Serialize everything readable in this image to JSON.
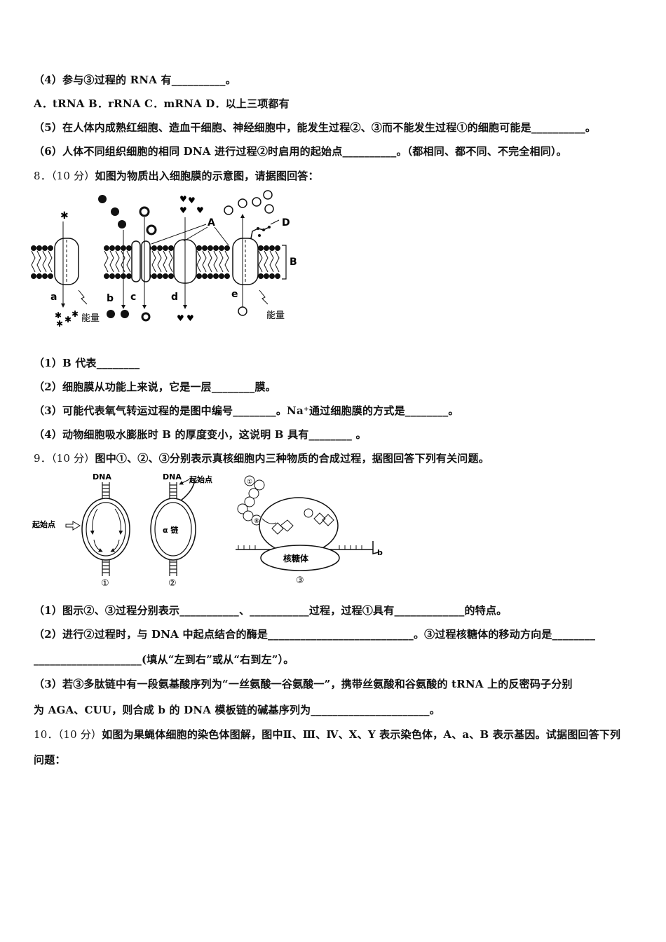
{
  "q7": {
    "l4": "（4）参与③过程的 RNA 有__________。",
    "options": "A．tRNA     B．rRNA       C．mRNA        D．以上三项都有",
    "l5": "（5）在人体内成熟红细胞、造血干细胞、神经细胞中，能发生过程②、③而不能发生过程①的细胞可能是__________。",
    "l6": "（6）人体不同组织细胞的相同 DNA 进行过程②时启用的起始点__________。（都相同、都不同、不完全相同）。"
  },
  "q8": {
    "num": "8．（10 分）",
    "stem": "如图为物质出入细胞膜的示意图，请据图回答：",
    "fig_labels": {
      "A": "A",
      "B": "B",
      "D": "D",
      "a": "a",
      "b": "b",
      "c": "c",
      "d": "d",
      "e": "e",
      "energy1": "能量",
      "energy2": "能量"
    },
    "l1": "（1）B 代表________",
    "l2": "（2）细胞膜从功能上来说，它是一层________膜。",
    "l3": "（3）可能代表氧气转运过程的是图中编号________。Na⁺通过细胞膜的方式是________。",
    "l4": "（4）动物细胞吸水膨胀时 B 的厚度变小，这说明 B 具有________ 。"
  },
  "q9": {
    "num": "9．（10 分）",
    "stem": "图中①、②、③分别表示真核细胞内三种物质的合成过程，据图回答下列有关问题。",
    "fig_labels": {
      "dna1": "DNA",
      "dna2": "DNA",
      "origin1": "起始点",
      "origin2": "起始点",
      "alpha": "α 链",
      "ribosome": "核糖体",
      "c1": "①",
      "c2": "②",
      "c3": "③",
      "b": "b"
    },
    "l1": "（1）图示②、③过程分别表示___________、___________过程，过程①具有_____________的特点。",
    "l2": "（2）进行②过程时，与 DNA 中起点结合的酶是___________________________。③过程核糖体的移动方向是________",
    "l2b": "____________________(填从“左到右”或从“右到左”）。",
    "l3": "（3）若③多肽链中有一段氨基酸序列为“一丝氨酸一谷氨酸一”，携带丝氨酸和谷氨酸的 tRNA 上的反密码子分别",
    "l3b": "为 AGA、CUU，则合成 b 的 DNA 模板链的碱基序列为______________________。"
  },
  "q10": {
    "num": "10．（10 分）",
    "stem": "如图为果蝇体细胞的染色体图解，图中Ⅱ、Ⅲ、Ⅳ、X、Y 表示染色体，A、a、B 表示基因。试据图回答下列",
    "stem2": "问题："
  }
}
